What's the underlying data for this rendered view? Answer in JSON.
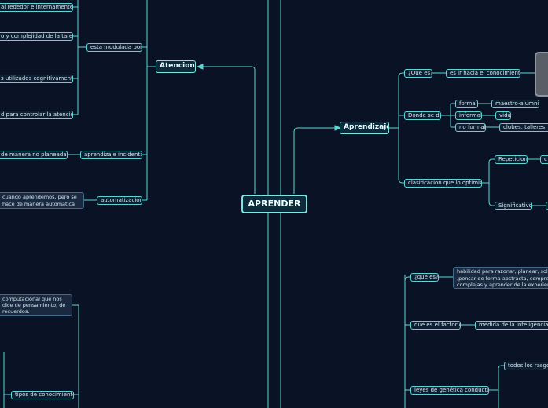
{
  "center": "APRENDER",
  "atencion": {
    "title": "Atencion",
    "children": {
      "modulada": "esta modulada por:",
      "incidental": "aprendizaje incidental",
      "automatizacion": "automatización"
    },
    "modulada_items": [
      "al rededor e internamente",
      "o y complejidad de la tarea",
      "s utilizados cognitivamente",
      "d para controlar la atencion"
    ],
    "incidental_item": "de manera no planeada",
    "automatizacion_item": "cuando aprendemos, pero se hace de manera automatica"
  },
  "aprendizaje": {
    "title": "Aprendizaje",
    "que_es": "¿Que es?",
    "que_es_item": "es ir hacia el conocimiento",
    "donde": "Donde se da",
    "donde_items": [
      "formal",
      "informal",
      "no formal"
    ],
    "donde_details": [
      "maestro-alumno",
      "vida",
      "clubes, talleres, e"
    ],
    "clasificacion": "clasificacion que lo optimiza",
    "clasificacion_items": [
      "Repeticion",
      "Significativo"
    ],
    "repeticion_next": "c"
  },
  "inteligencia": {
    "que_es": "¿que es?",
    "que_es_item": "habilidad para razonar, planear, solu ,pensar de forma abstracta, compre complejas y aprender de la experien",
    "factor_g": "que es el factor g",
    "factor_g_item": "medida de la inteligencia ge",
    "leyes": "leyes de genética conductual",
    "leyes_item": "todos los rasgos"
  },
  "memoria": {
    "modelo_text": "computacional que nos dice de pensamiento, de recuerdos.",
    "tipos": "tipos de conocimiento"
  },
  "colors": {
    "background": "#0a1326",
    "line": "#5fd4d4",
    "node_border": "#5fd4d4",
    "text": "#cfe6ee"
  }
}
